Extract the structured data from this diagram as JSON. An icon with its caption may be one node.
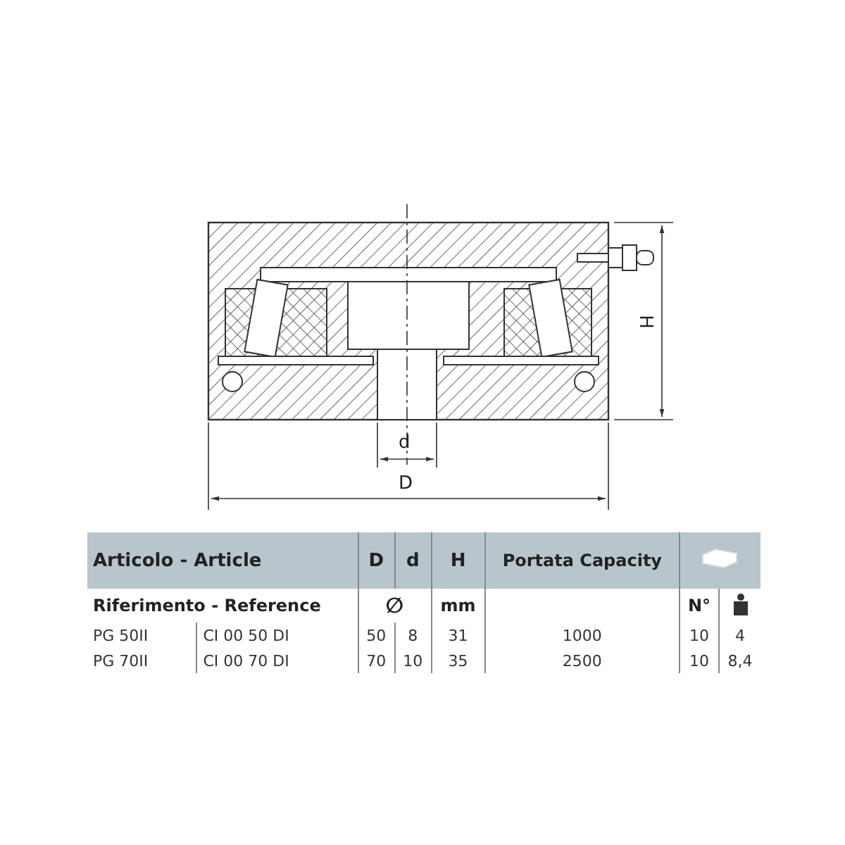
{
  "diagram": {
    "labels": [
      "H",
      "d",
      "D",
      "Articolo - Article",
      "D",
      "d",
      "H",
      "Portata Capacity",
      "Riferimento - Reference",
      "∅",
      "mm",
      "N°",
      "PG 50II",
      "CI 00 50 DI",
      "50",
      "8",
      "31",
      "1000",
      "10",
      "4",
      "PG 70II",
      "CI 00 70 DI",
      "70",
      "10",
      "35",
      "2500",
      "10",
      "8,4"
    ]
  }
}
